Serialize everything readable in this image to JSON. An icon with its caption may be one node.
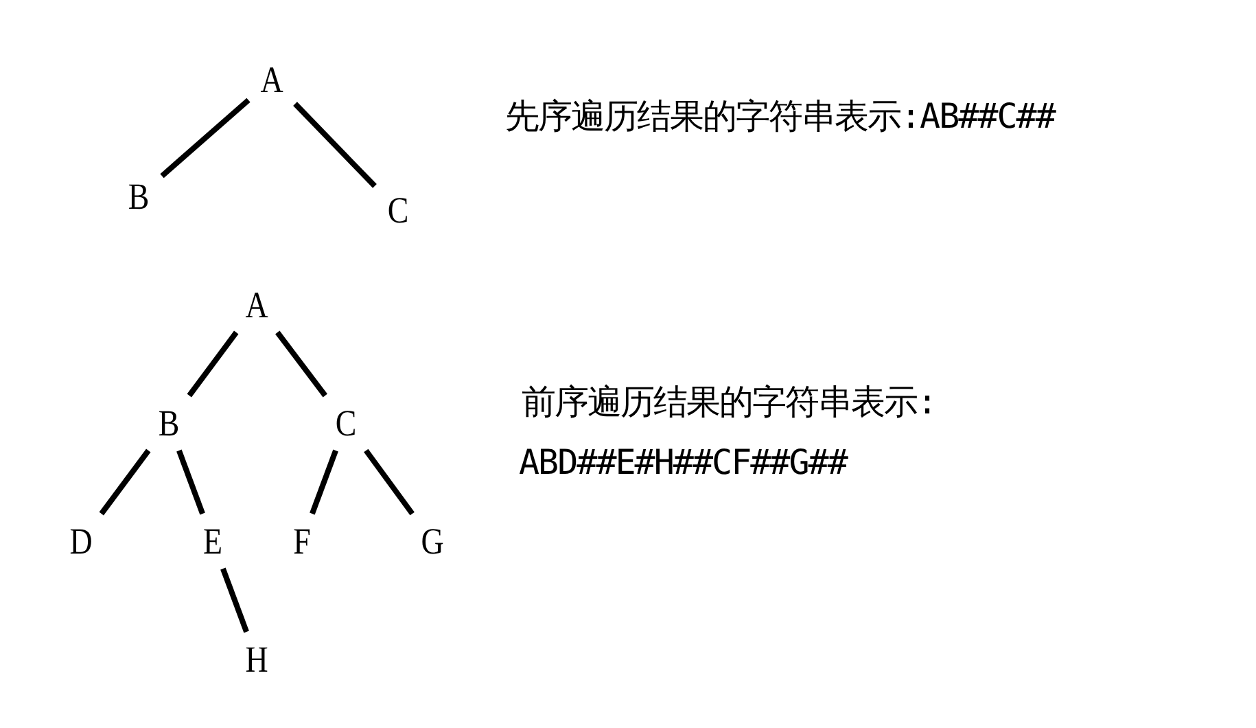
{
  "diagram": {
    "nodes": [
      {
        "text": [
          "A"
        ]
      },
      {
        "text": [
          "B"
        ]
      },
      {
        "text": [
          "C"
        ]
      },
      {
        "text": [
          "A"
        ]
      },
      {
        "text": [
          "B"
        ]
      },
      {
        "text": [
          "C"
        ]
      },
      {
        "text": [
          "D"
        ]
      },
      {
        "text": [
          "E"
        ]
      },
      {
        "text": [
          "F"
        ]
      },
      {
        "text": [
          "G"
        ]
      },
      {
        "text": [
          "H"
        ]
      }
    ],
    "edges": [
      {
        "from": 0,
        "to": 1,
        "arrow": "none"
      },
      {
        "from": 0,
        "to": 2,
        "arrow": "none"
      },
      {
        "from": 3,
        "to": 4,
        "arrow": "none"
      },
      {
        "from": 3,
        "to": 5,
        "arrow": "none"
      },
      {
        "from": 4,
        "to": 6,
        "arrow": "none"
      },
      {
        "from": 4,
        "to": 7,
        "arrow": "none"
      },
      {
        "from": 5,
        "to": 8,
        "arrow": "none"
      },
      {
        "from": 5,
        "to": 9,
        "arrow": "none"
      },
      {
        "from": 7,
        "to": 10,
        "arrow": "none"
      }
    ],
    "labels": [
      "先序遍历结果的字符串表示:AB##C##",
      "前序遍历结果的字符串表示:",
      "ABD##E#H##CF##G##"
    ]
  }
}
